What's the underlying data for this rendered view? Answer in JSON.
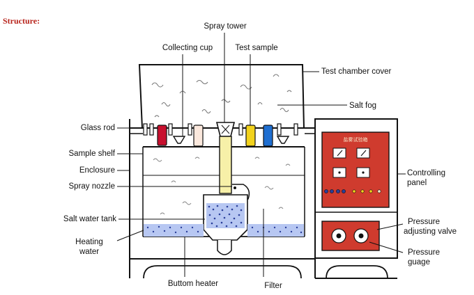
{
  "heading": "Structure:",
  "labels": {
    "spray_tower": "Spray tower",
    "collecting_cup": "Collecting cup",
    "test_sample": "Test sample",
    "test_chamber_cover": "Test chamber cover",
    "salt_fog": "Salt fog",
    "glass_rod": "Glass rod",
    "sample_shelf": "Sample shelf",
    "enclosure": "Enclosure",
    "spray_nozzle": "Spray nozzle",
    "salt_water_tank": "Salt water tank",
    "heating_water_1": "Heating",
    "heating_water_2": "water",
    "buttom_heater": "Buttom heater",
    "filter": "Filter",
    "controlling_panel_1": "Controlling",
    "controlling_panel_2": "panel",
    "pressure_adjusting_valve_1": "Pressure",
    "pressure_adjusting_valve_2": "adjusting valve",
    "pressure_guage_1": "Pressure",
    "pressure_guage_2": "guage"
  },
  "panel_title": "盐雾试验箱",
  "colors": {
    "heading": "#b8241c",
    "panel_red": "#cf3b2e",
    "sample_red": "#c8102e",
    "sample_yellow": "#f2d21c",
    "sample_blue": "#1f6fd1",
    "tower_yellow": "#f7f0a8",
    "water_blue": "#b7c7f2",
    "panel_blue": "#2a3f9a"
  }
}
